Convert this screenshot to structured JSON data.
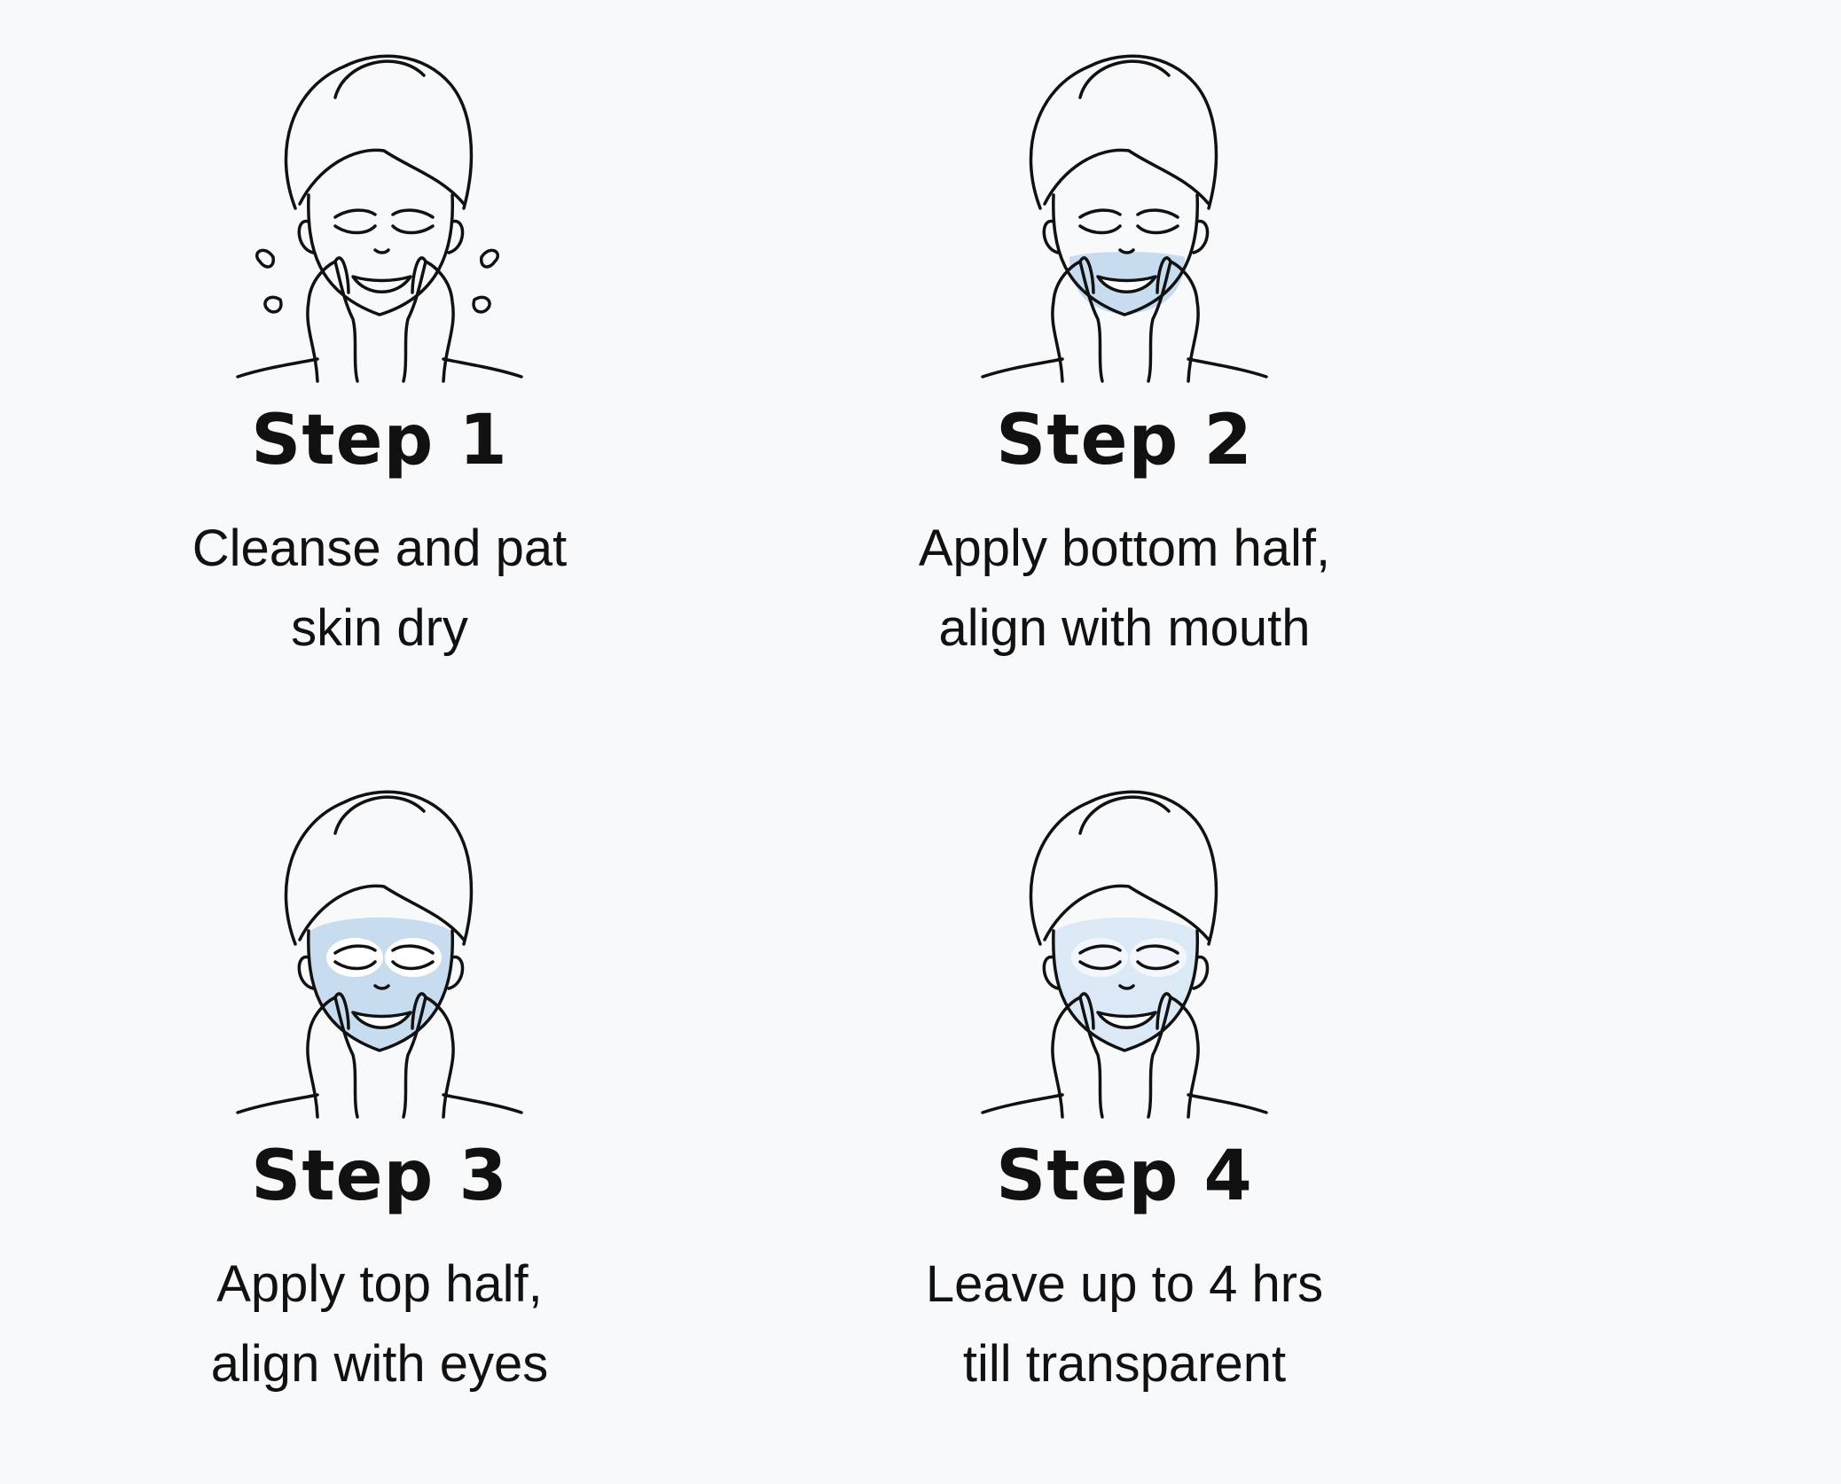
{
  "colors": {
    "background": "#f8f9fb",
    "line": "#111111",
    "mask_dark": "#c8dcf0",
    "mask_light": "#dbe8f5"
  },
  "steps": [
    {
      "title": "Step 1",
      "desc_line1": "Cleanse and pat",
      "desc_line2": "skin dry",
      "icon": "face-cleansing-icon"
    },
    {
      "title": "Step 2",
      "desc_line1": "Apply bottom half,",
      "desc_line2": "align with mouth",
      "icon": "face-mask-bottom-icon"
    },
    {
      "title": "Step 3",
      "desc_line1": "Apply top half,",
      "desc_line2": "align with eyes",
      "icon": "face-mask-full-icon"
    },
    {
      "title": "Step 4",
      "desc_line1": "Leave up to 4 hrs",
      "desc_line2": "till transparent",
      "icon": "face-mask-transparent-icon"
    }
  ]
}
